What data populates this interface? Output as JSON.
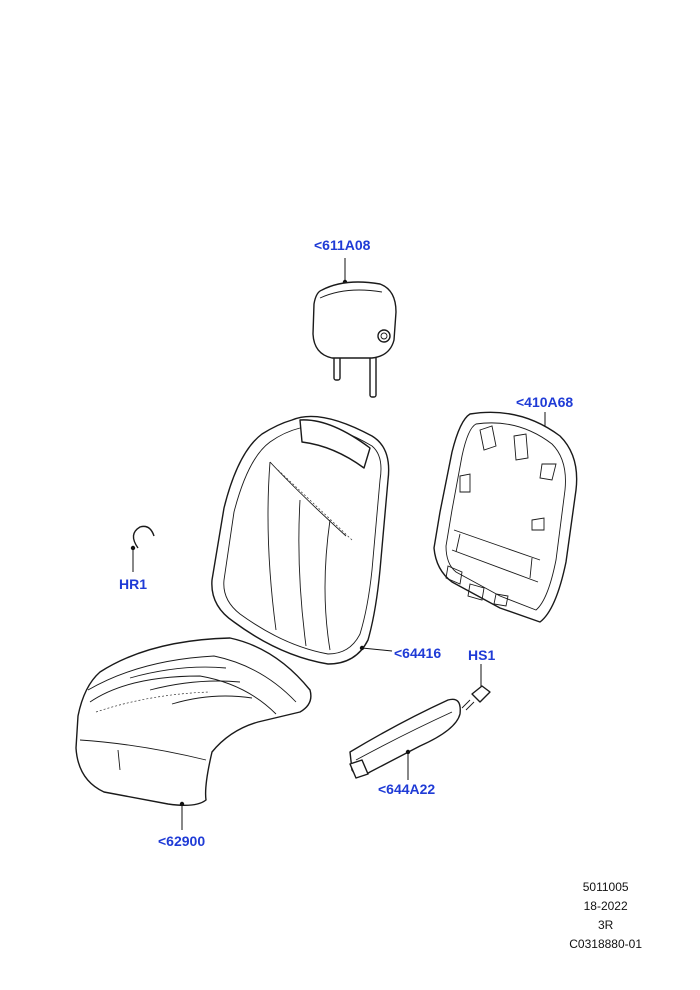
{
  "callouts": {
    "headrest": "<611A08",
    "backrest_panel": "<410A68",
    "clip_hr": "HR1",
    "backrest_cover": "<64416",
    "screw_hs": "HS1",
    "side_trim": "<644A22",
    "cushion_cover": "<62900"
  },
  "footer": {
    "line1": "5011005",
    "line2": "18-2022",
    "line3": "3R",
    "line4": "C0318880-01"
  },
  "colors": {
    "callout": "#1f3bd6",
    "line": "#1a1a1a"
  }
}
